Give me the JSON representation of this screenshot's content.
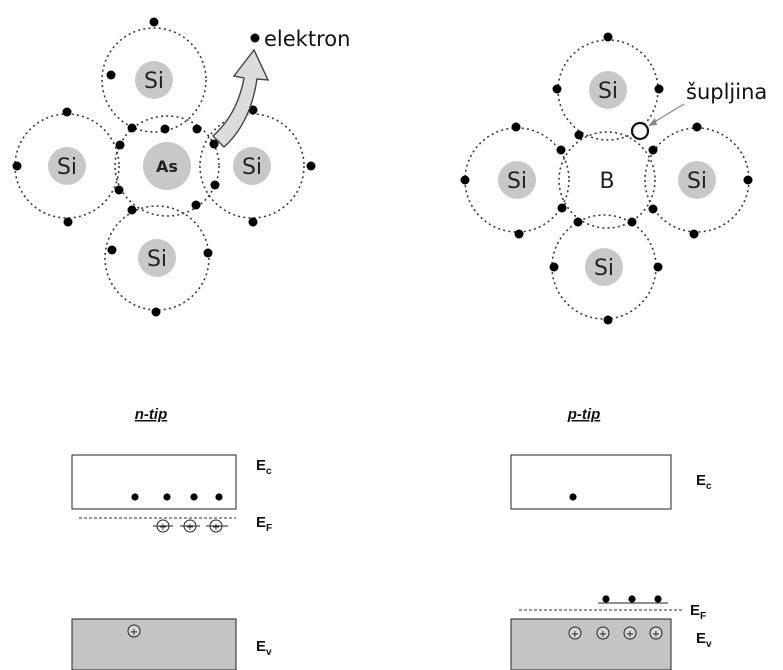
{
  "lattice_n": {
    "center_atom": "As",
    "neighbor_atom": "Si",
    "electron_label": "elektron"
  },
  "lattice_p": {
    "center_atom": "B",
    "neighbor_atom": "Si",
    "hole_label": "šupljina"
  },
  "band_n": {
    "title": "n-tip",
    "ec_main": "E",
    "ec_sub": "c",
    "ef_main": "E",
    "ef_sub": "F",
    "ev_main": "E",
    "ev_sub": "v"
  },
  "band_p": {
    "title": "p-tip",
    "ec_main": "E",
    "ec_sub": "c",
    "ef_main": "E",
    "ef_sub": "F",
    "ev_main": "E",
    "ev_sub": "v"
  },
  "symbols": {
    "plus": "+"
  },
  "colors": {
    "atom_fill": "#c8c8c8",
    "valence_band_fill": "#c4c4c4",
    "electron": "#000000",
    "arrow_fill": "#dcdcdc"
  }
}
